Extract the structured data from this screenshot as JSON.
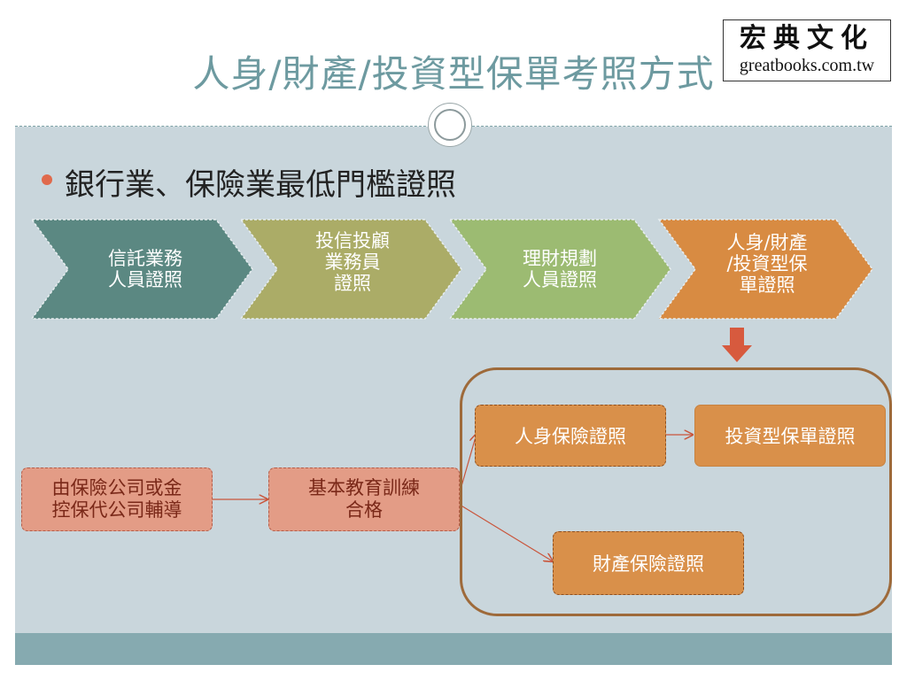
{
  "title": "人身/財產/投資型保單考照方式",
  "logo": {
    "name": "宏典文化",
    "url": "greatbooks.com.tw"
  },
  "bullet": "銀行業、保險業最低門檻證照",
  "steps": [
    {
      "lines": [
        "信託業務",
        "人員證照"
      ]
    },
    {
      "lines": [
        "投信投顧",
        "業務員",
        "證照"
      ]
    },
    {
      "lines": [
        "理財規劃",
        "人員證照"
      ]
    },
    {
      "lines": [
        "人身/財產",
        "/投資型保",
        "單證照"
      ]
    }
  ],
  "flow": {
    "source": [
      "由保險公司或金",
      "控保代公司輔導"
    ],
    "training": [
      "基本教育訓練",
      "合格"
    ],
    "life_cert": "人身保險證照",
    "investment_cert": "投資型保單證照",
    "property_cert": "財產保險證照"
  },
  "colors": {
    "step1": "#5b8882",
    "step2": "#abac67",
    "step3": "#9cbb72",
    "step4": "#d88b42",
    "down_arrow": "#d75a3e",
    "flow_arrow": "#c9553b"
  }
}
